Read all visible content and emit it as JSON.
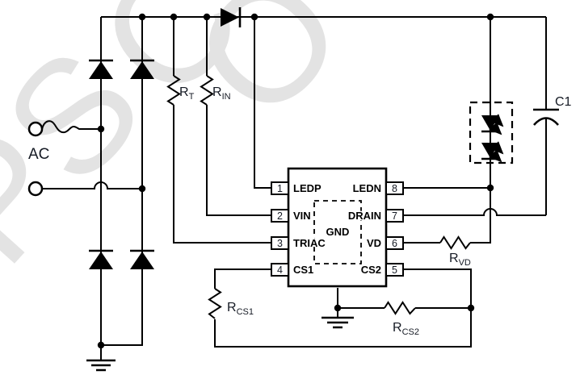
{
  "figure": {
    "type": "circuit-schematic",
    "description": "AC LED driver application circuit with bridge rectifier and 8-pin controller IC"
  },
  "colors": {
    "line": "#000000",
    "label": "#151a24",
    "watermark": "#e3e3e3",
    "background": "#ffffff"
  },
  "watermark": {
    "letters": [
      "B",
      "P",
      "S",
      "C",
      "O"
    ]
  },
  "labels": {
    "ac": "AC",
    "c1": "C1",
    "rt": {
      "main": "R",
      "sub": "T"
    },
    "rin": {
      "main": "R",
      "sub": "IN"
    },
    "rvd": {
      "main": "R",
      "sub": "VD"
    },
    "rcs1": {
      "main": "R",
      "sub": "CS1"
    },
    "rcs2": {
      "main": "R",
      "sub": "CS2"
    }
  },
  "ic": {
    "gnd_label": "GND",
    "pins": [
      {
        "number": "1",
        "name": "LEDP",
        "side": "left"
      },
      {
        "number": "2",
        "name": "VIN",
        "side": "left"
      },
      {
        "number": "3",
        "name": "TRIAC",
        "side": "left"
      },
      {
        "number": "4",
        "name": "CS1",
        "side": "left"
      },
      {
        "number": "5",
        "name": "CS2",
        "side": "right"
      },
      {
        "number": "6",
        "name": "VD",
        "side": "right"
      },
      {
        "number": "7",
        "name": "DRAIN",
        "side": "right"
      },
      {
        "number": "8",
        "name": "LEDN",
        "side": "right"
      }
    ]
  }
}
